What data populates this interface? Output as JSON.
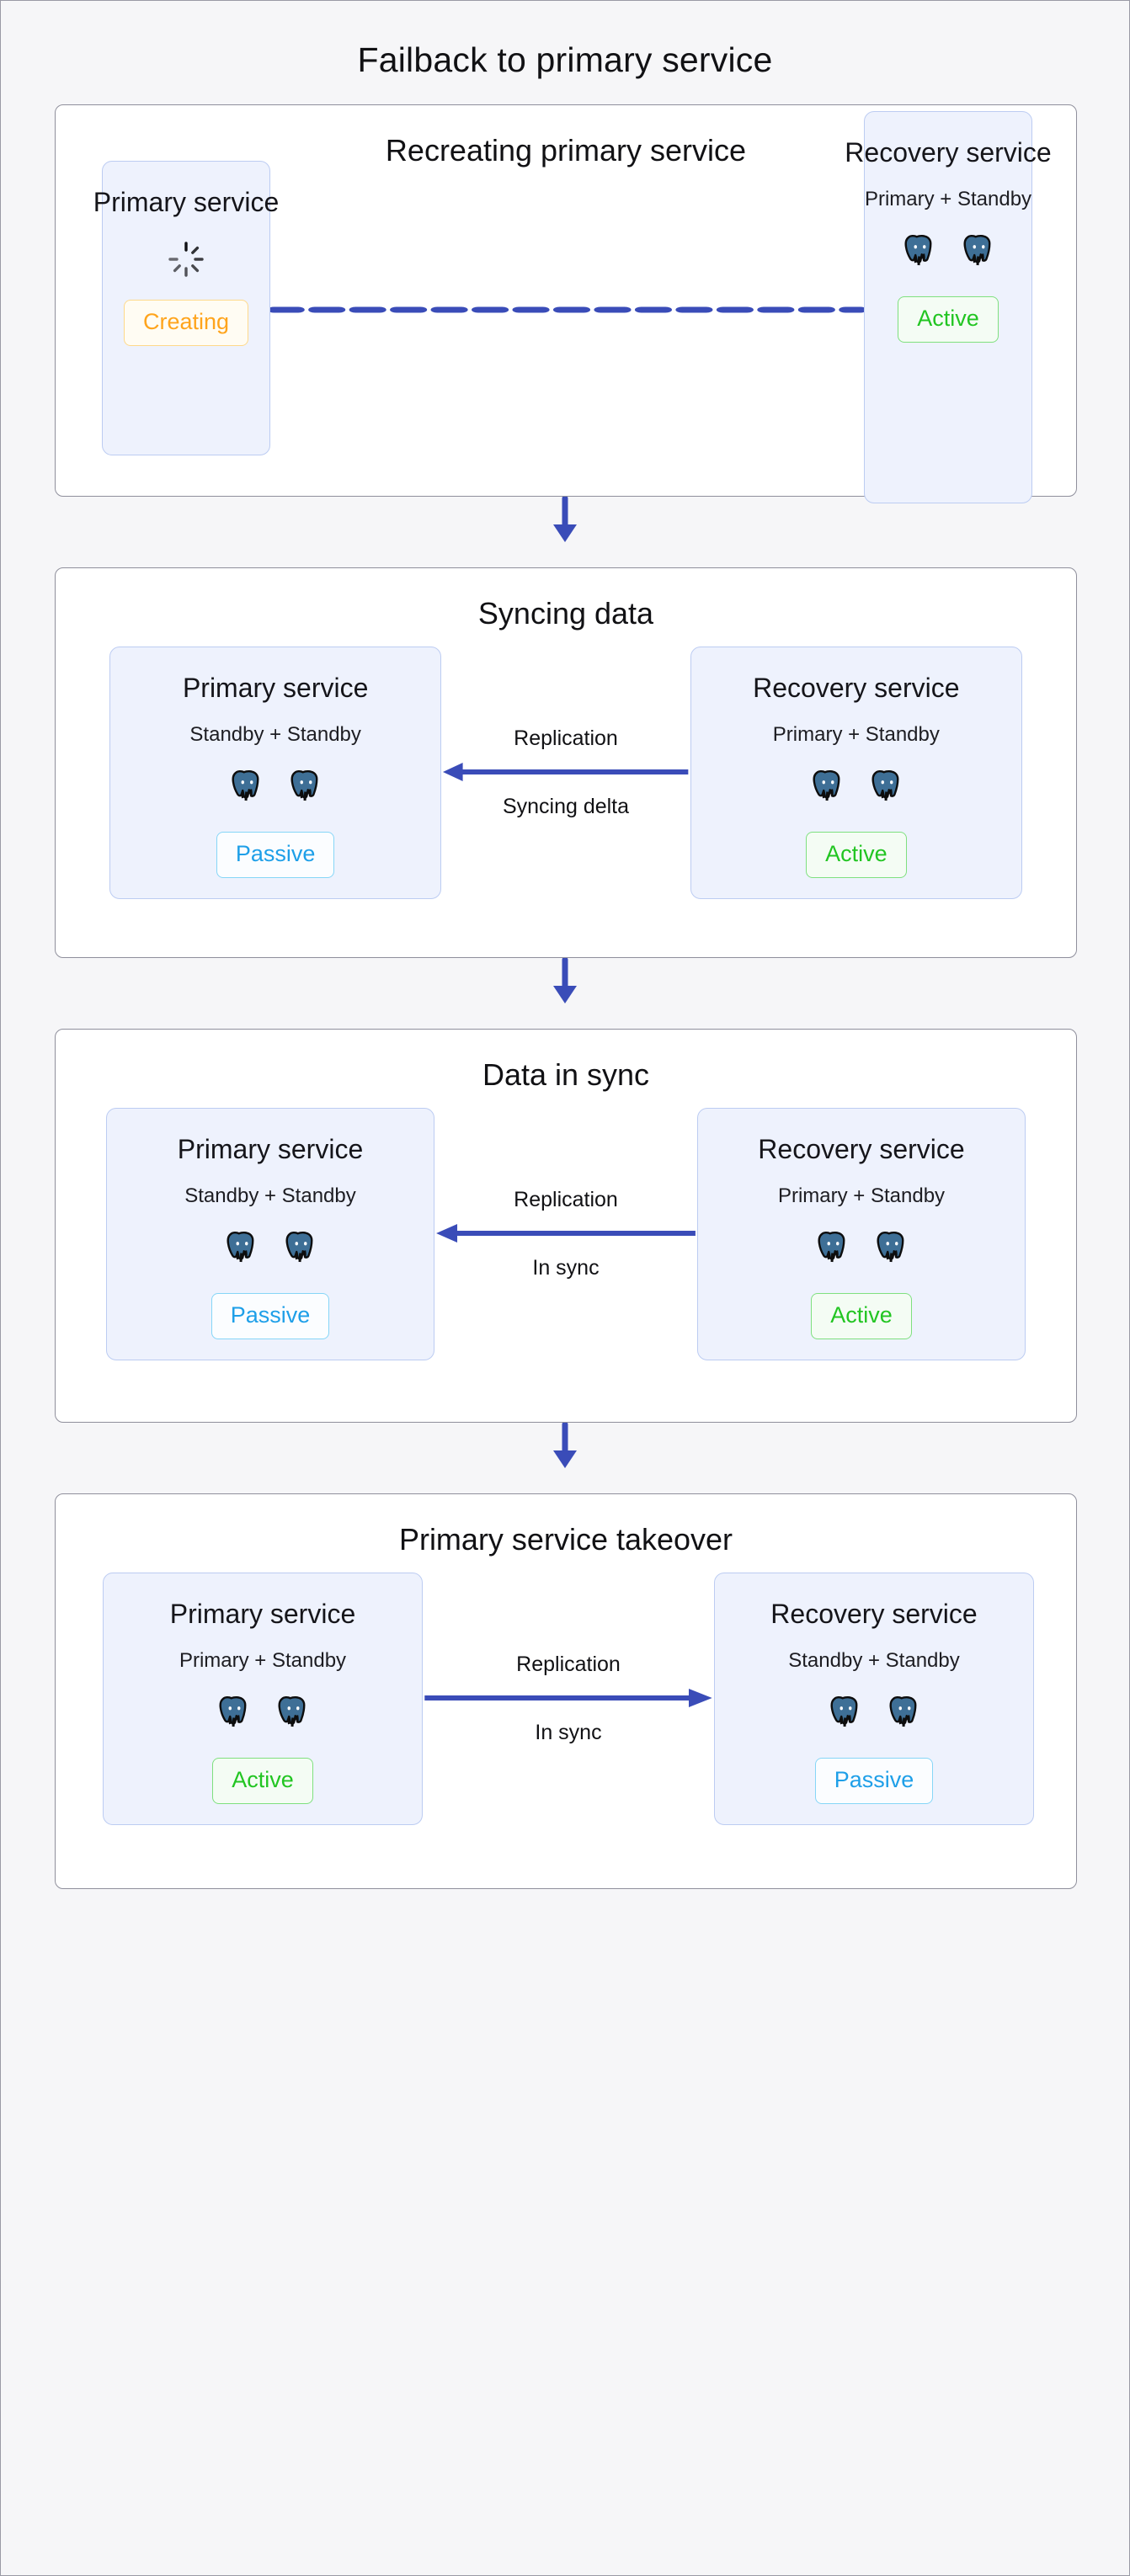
{
  "title": "Failback to primary service",
  "colors": {
    "page_background": "#f6f6f8",
    "panel_border": "#8f8f9c",
    "service_fill": "#eef2fd",
    "service_border": "#bcccf2",
    "arrow": "#3a4cb8",
    "active": "#22c522",
    "passive": "#1e9fe8",
    "creating": "#ffa41c"
  },
  "steps": [
    {
      "id": "step-1",
      "title": "Recreating primary service",
      "left": {
        "name": "Primary service",
        "roles": null,
        "nodes": 0,
        "status": "Creating",
        "status_kind": "creating",
        "spinner": true
      },
      "right": {
        "name": "Recovery service",
        "roles": "Primary + Standby",
        "nodes": 2,
        "status": "Active",
        "status_kind": "active",
        "spinner": false
      },
      "connector": {
        "top_label": "",
        "bottom_label": "",
        "style": "dashed",
        "direction": "none"
      }
    },
    {
      "id": "step-2",
      "title": "Syncing data",
      "left": {
        "name": "Primary service",
        "roles": "Standby + Standby",
        "nodes": 2,
        "status": "Passive",
        "status_kind": "passive",
        "spinner": false
      },
      "right": {
        "name": "Recovery service",
        "roles": "Primary + Standby",
        "nodes": 2,
        "status": "Active",
        "status_kind": "active",
        "spinner": false
      },
      "connector": {
        "top_label": "Replication",
        "bottom_label": "Syncing delta",
        "style": "solid",
        "direction": "left"
      }
    },
    {
      "id": "step-3",
      "title": "Data in sync",
      "left": {
        "name": "Primary service",
        "roles": "Standby + Standby",
        "nodes": 2,
        "status": "Passive",
        "status_kind": "passive",
        "spinner": false
      },
      "right": {
        "name": "Recovery service",
        "roles": "Primary + Standby",
        "nodes": 2,
        "status": "Active",
        "status_kind": "active",
        "spinner": false
      },
      "connector": {
        "top_label": "Replication",
        "bottom_label": "In sync",
        "style": "solid",
        "direction": "left"
      }
    },
    {
      "id": "step-4",
      "title": "Primary service takeover",
      "left": {
        "name": "Primary service",
        "roles": "Primary + Standby",
        "nodes": 2,
        "status": "Active",
        "status_kind": "active",
        "spinner": false
      },
      "right": {
        "name": "Recovery service",
        "roles": "Standby + Standby",
        "nodes": 2,
        "status": "Passive",
        "status_kind": "passive",
        "spinner": false
      },
      "connector": {
        "top_label": "Replication",
        "bottom_label": "In sync",
        "style": "solid",
        "direction": "right"
      }
    }
  ],
  "step_arrows": [
    {
      "direction": "down"
    },
    {
      "direction": "down"
    },
    {
      "direction": "down"
    }
  ],
  "icons": {
    "database_node": "postgres-elephant-icon",
    "spinner": "loading-spinner-icon",
    "step_arrow": "arrow-down-icon"
  }
}
